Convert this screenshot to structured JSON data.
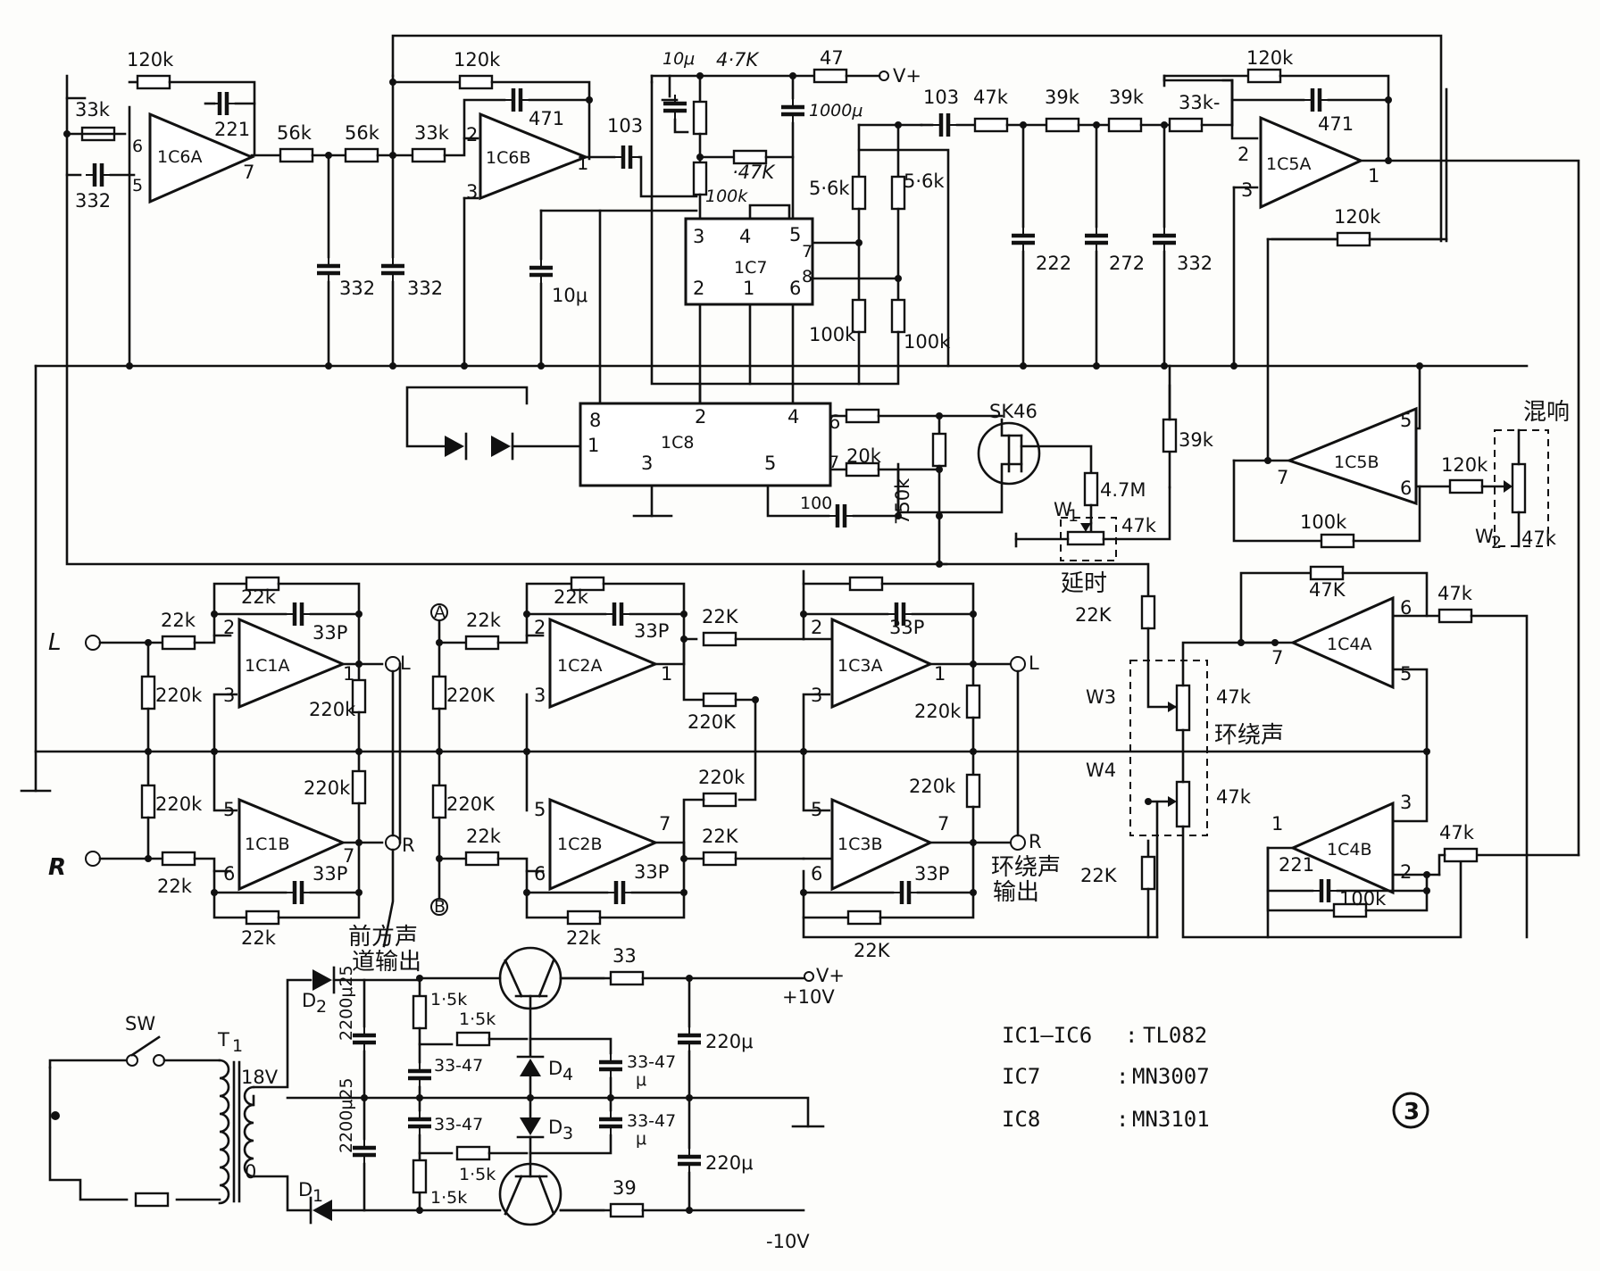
{
  "ics": {
    "ic6a": "1C6A",
    "ic6b": "1C6B",
    "ic7": "1C7",
    "ic8": "1C8",
    "ic5a": "1C5A",
    "ic5b": "1C5B",
    "ic1a": "1C1A",
    "ic1b": "1C1B",
    "ic2a": "1C2A",
    "ic2b": "1C2B",
    "ic3a": "1C3A",
    "ic3b": "1C3B",
    "ic4a": "1C4A",
    "ic4b": "1C4B",
    "sk46": "SK46"
  },
  "pins": {
    "ic6a_in_top": "6",
    "ic6a_in_bot": "5",
    "ic6a_out": "7",
    "ic6b_in_top": "2",
    "ic6b_in_bot": "3",
    "ic6b_out": "1",
    "ic7_3": "3",
    "ic7_4": "4",
    "ic7_5": "5",
    "ic7_7": "7",
    "ic7_8": "8",
    "ic7_2": "2",
    "ic7_1": "1",
    "ic7_6": "6",
    "ic8_8": "8",
    "ic8_2": "2",
    "ic8_4": "4",
    "ic8_6": "6",
    "ic8_1": "1",
    "ic8_3": "3",
    "ic8_5": "5",
    "ic8_7": "7",
    "ic5a_in_top": "2",
    "ic5a_in_bot": "3",
    "ic5a_out": "1",
    "ic5b_in_top": "5",
    "ic5b_in_bot": "6",
    "ic5b_out": "7",
    "ic1a_in_top": "2",
    "ic1a_in_bot": "3",
    "ic1a_out": "1",
    "ic1b_in_top": "5",
    "ic1b_in_bot": "6",
    "ic1b_out": "7",
    "ic2a_in_top": "2",
    "ic2a_in_bot": "3",
    "ic2a_out": "1",
    "ic2b_in_top": "5",
    "ic2b_in_bot": "6",
    "ic2b_out": "7",
    "ic3a_in_top": "2",
    "ic3a_in_bot": "3",
    "ic3a_out": "1",
    "ic3b_in_top": "5",
    "ic3b_in_bot": "6",
    "ic3b_out": "7",
    "ic4a_in_top": "6",
    "ic4a_in_bot": "5",
    "ic4a_out": "7",
    "ic4b_in_top": "3",
    "ic4b_in_bot": "2",
    "ic4b_out": "1"
  },
  "values": {
    "r120k": "120k",
    "r33k": "33k",
    "c221": "221",
    "c332": "332",
    "r56k": "56k",
    "c471": "471",
    "c103": "103",
    "c10u_t": "10μ",
    "r47k_b": "4·7K",
    "r47": "47",
    "vplus": "V+",
    "c1000u": "1000μ",
    "r47k": "47k",
    "r39k": "39k",
    "r33k_dash": "33k-",
    "r47k_m": "·47K",
    "r100k_i": "100k",
    "r56k_d": "5·6k",
    "c10u": "10μ",
    "c222": "222",
    "c272": "272",
    "r100k": "100k",
    "r20k": "20k",
    "r750k": "750k",
    "c100": "100",
    "r47m": "4.7M",
    "w1": "W",
    "w1_sub": "1",
    "w2": "W",
    "w2_sub": "2",
    "r47k_cap": "47K",
    "r22k": "22k",
    "c33p": "33P",
    "r220k": "220k",
    "r22k_cap": "22k",
    "r220k_cap": "220K",
    "r22k_k": "22K",
    "r22k_upper": "22K",
    "c221b": "221",
    "r47k_s": "47k",
    "r47k_up": "47k",
    "d2": "D",
    "d2_sub": "2",
    "d1": "D",
    "d1_sub": "1",
    "d3": "D",
    "d3_sub": "3",
    "d4": "D",
    "d4_sub": "4",
    "c2200_25": "2200μ25",
    "r15k": "1·5k",
    "c3347": "33-47",
    "c3347u": "33-47",
    "mu": "μ",
    "r33": "33",
    "c220u": "220μ",
    "plus10v": "+10V",
    "minus10v": "-10V",
    "t1": "T",
    "t1_sub": "1",
    "sw": "SW",
    "v18": "18V",
    "zero": "0",
    "r220k_p": "220k",
    "r39": "39",
    "r47k_w2": "47k",
    "r100k_b": "100k",
    "r47k_w3": "47k",
    "r47k_w4": "47k"
  },
  "labels": {
    "L": "L",
    "R": "R",
    "L_out": "L",
    "R_out": "R",
    "A": "A",
    "B": "B",
    "reverb": "混响",
    "delay": "延时",
    "surround": "环绕声",
    "surround_out_1": "环绕声",
    "surround_out_2": "输出",
    "front_out_1": "前方声",
    "front_out_2": "道输出",
    "w3": "W3",
    "w4": "W4",
    "figure_no": "3"
  },
  "legend": [
    {
      "part": "IC1—IC6",
      "sep": ":",
      "value": "TL082"
    },
    {
      "part": "IC7",
      "sep": ":",
      "value": "MN3007"
    },
    {
      "part": "IC8",
      "sep": ":",
      "value": "MN3101"
    }
  ]
}
